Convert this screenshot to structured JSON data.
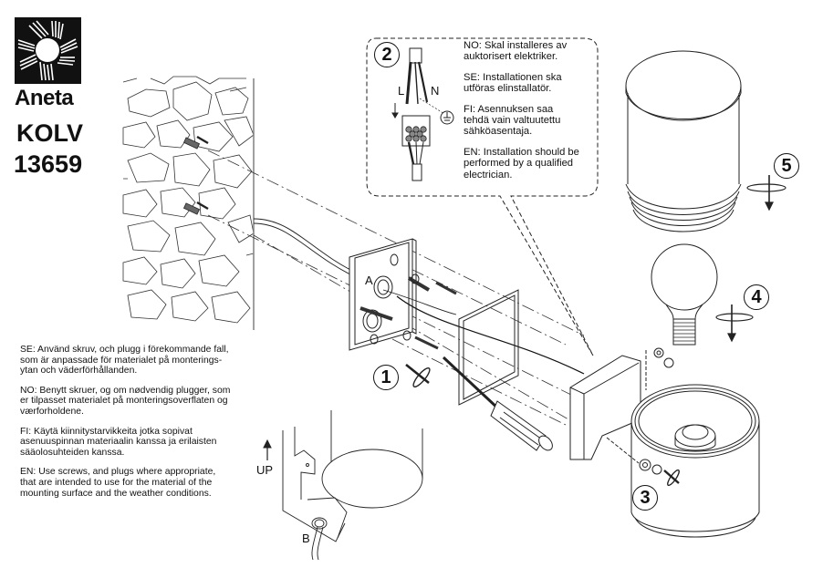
{
  "brand": {
    "logo_icon": "sun-rays-logo",
    "name": "Aneta",
    "model_name": "KOLV",
    "model_number": "13659"
  },
  "wiring_box": {
    "step": "2",
    "wire_labels": {
      "live": "L",
      "neutral": "N"
    },
    "icons": [
      "wire-bundle",
      "terminal-block",
      "ground-symbol",
      "down-arrow"
    ],
    "paragraphs": [
      "NO: Skal installeres av\nauktorisert elektriker.",
      "SE: Installationen ska\nutföras elinstallatör.",
      "FI:  Asennuksen saa\ntehdä vain valtuutettu\nsähköasentaja.",
      "EN: Installation should be\nperformed by a qualified\nelectrician."
    ]
  },
  "mounting_instructions": [
    "SE: Använd skruv, och plugg i förekommande fall,\nsom är anpassade för materialet på monterings-\nytan och väderförhållanden.",
    "NO: Benytt skruer, og om nødvendig plugger, som\ner tilpasset materialet på monteringsoverflaten og\nværforholdene.",
    "FI: Käytä kiinnitystarvikkeita jotka sopivat\nasenuuspinnan materiaalin kanssa ja erilaisten\nsääolosuhteiden kanssa.",
    "EN: Use screws, and plugs where appropriate,\nthat are intended to use for the material of the\nmounting surface and the weather conditions."
  ],
  "steps": [
    {
      "number": "1",
      "action": "screw-tighten"
    },
    {
      "number": "3",
      "action": "nut-tighten"
    },
    {
      "number": "4",
      "action": "bulb-screw-in"
    },
    {
      "number": "5",
      "action": "cover-screw-on"
    }
  ],
  "labels": {
    "part_a": "A",
    "part_b": "B",
    "up": "UP"
  }
}
